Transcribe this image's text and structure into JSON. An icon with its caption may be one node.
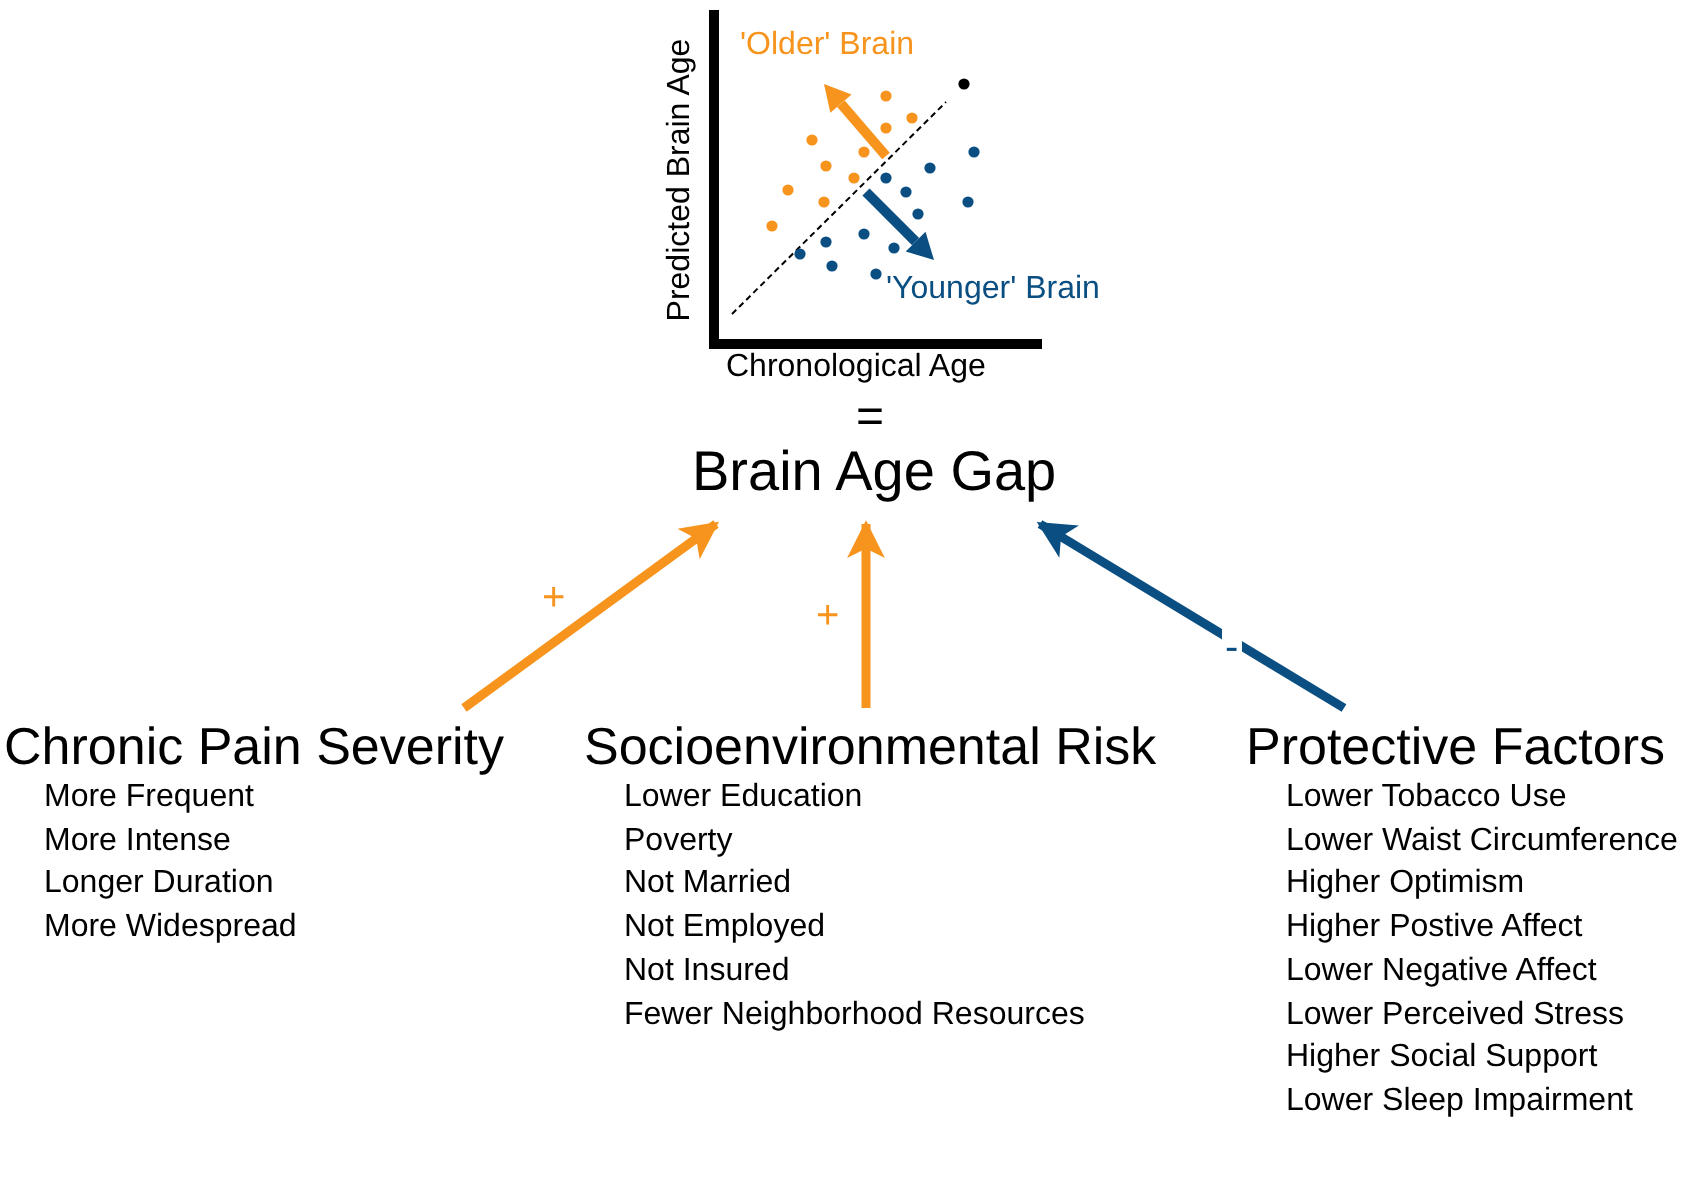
{
  "diagram": {
    "nodes": [
      {
        "text": [
          "Brain Age Gap"
        ]
      },
      {
        "text": [
          "Chronic Pain Severity",
          "More Frequent",
          "More Intense",
          "Longer Duration",
          "More Widespread"
        ]
      },
      {
        "text": [
          "Socioenvironmental Risk",
          "Lower Education",
          "Poverty",
          "Not Married",
          "Not Employed",
          "Not Insured",
          "Fewer Neighborhood Resources"
        ]
      },
      {
        "text": [
          "Protective Factors",
          "Lower Tobacco Use",
          "Lower Waist Circumference",
          "Higher Optimism",
          "Higher Postive Affect",
          "Lower Negative Affect",
          "Lower Perceived Stress",
          "Higher Social Support",
          "Lower Sleep Impairment"
        ]
      }
    ],
    "edges": [
      {
        "from": 1,
        "to": 0,
        "arrow": "to",
        "label": "+"
      },
      {
        "from": 2,
        "to": 0,
        "arrow": "to",
        "label": "+"
      },
      {
        "from": 3,
        "to": 0,
        "arrow": "to",
        "label": "-",
        "color": "#0b4f82"
      }
    ],
    "labels": [
      "'Older' Brain",
      "Predicted Brain Age",
      "'Younger' Brain",
      "Chronological Age",
      "="
    ]
  }
}
